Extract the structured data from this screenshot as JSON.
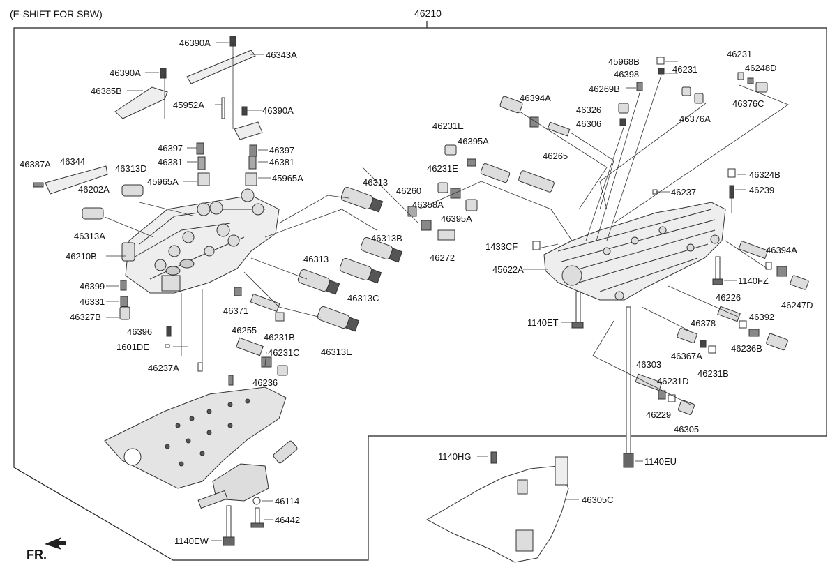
{
  "header": {
    "variant": "(E-SHIFT FOR SBW)",
    "assembly": "46210"
  },
  "footer": {
    "front_marker": "FR."
  },
  "labels": [
    "46390A",
    "46343A",
    "46390A",
    "46385B",
    "45952A",
    "46390A",
    "46387A",
    "46344",
    "46313D",
    "46202A",
    "46397",
    "46381",
    "45965A",
    "46397",
    "46381",
    "45965A",
    "46313A",
    "46210B",
    "46399",
    "46331",
    "46327B",
    "46396",
    "1601DE",
    "46237A",
    "46313",
    "46313B",
    "46313",
    "46313C",
    "46313E",
    "46371",
    "46255",
    "46231B",
    "46231C",
    "46236",
    "46231E",
    "46395A",
    "46231E",
    "46260",
    "46358A",
    "46395A",
    "46272",
    "46394A",
    "46265",
    "45968B",
    "46398",
    "46269B",
    "46326",
    "46306",
    "46231",
    "46376A",
    "46231",
    "46248D",
    "46376C",
    "46324B",
    "46239",
    "46237",
    "1433CF",
    "45622A",
    "1140ET",
    "46394A",
    "1140FZ",
    "46247D",
    "46226",
    "46378",
    "46392",
    "46367A",
    "46231B",
    "46236B",
    "46303",
    "46231D",
    "46229",
    "46305",
    "1140HG",
    "1140EU",
    "46305C",
    "46114",
    "46442",
    "1140EW"
  ]
}
